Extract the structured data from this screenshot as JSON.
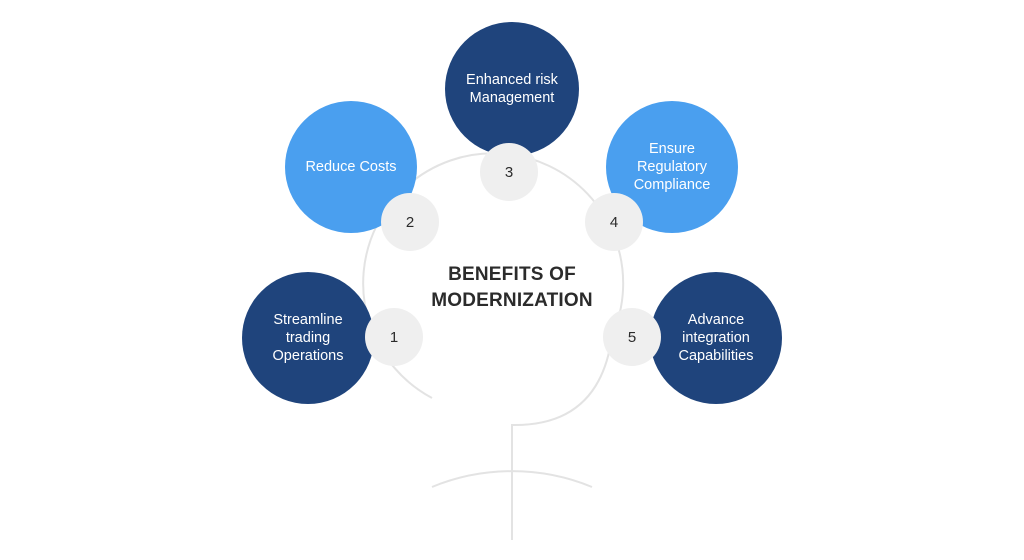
{
  "title": {
    "line1": "BENEFITS OF",
    "line2": "MODERNIZATION"
  },
  "benefits": [
    {
      "number": "1",
      "lines": [
        "Streamline",
        "trading",
        "Operations"
      ],
      "color": "#1f447c"
    },
    {
      "number": "2",
      "lines": [
        "Reduce Costs"
      ],
      "color": "#4a9fef"
    },
    {
      "number": "3",
      "lines": [
        "Enhanced risk",
        "Management"
      ],
      "color": "#1f447c"
    },
    {
      "number": "4",
      "lines": [
        "Ensure",
        "Regulatory",
        "Compliance"
      ],
      "color": "#4a9fef"
    },
    {
      "number": "5",
      "lines": [
        "Advance",
        "integration",
        "Capabilities"
      ],
      "color": "#1f447c"
    }
  ]
}
